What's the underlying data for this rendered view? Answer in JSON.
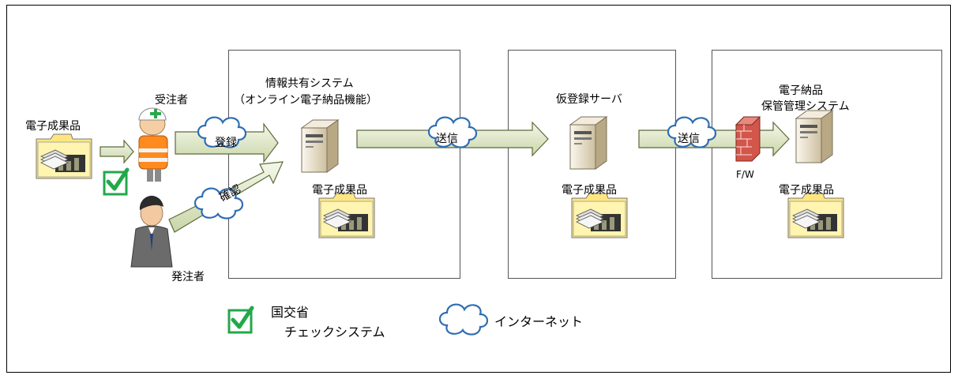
{
  "labels": {
    "deliverable_left": "電子成果品",
    "contractor": "受注者",
    "orderer": "発注者",
    "system_title_line1": "情報共有システム",
    "system_title_line2": "（オンライン電子納品機能）",
    "deliverable_system": "電子成果品",
    "temp_server_title": "仮登録サーバ",
    "deliverable_temp": "電子成果品",
    "archive_title_line1": "電子納品",
    "archive_title_line2": "保管管理システム",
    "deliverable_archive": "電子成果品",
    "firewall": "F/W"
  },
  "arrows": {
    "register": "登録",
    "confirm": "確認",
    "send1": "送信",
    "send2": "送信"
  },
  "legend": {
    "check_line1": "国交省",
    "check_line2": "チェックシステム",
    "internet": "インターネット"
  },
  "colors": {
    "arrow_fill_top": "#f4f7ea",
    "arrow_fill_bottom": "#c9d6a8",
    "arrow_stroke": "#5a6b3a",
    "cloud_stroke": "#2f6db3",
    "check_green": "#22a84a",
    "folder": "#ffe680",
    "server": "#e7dcc6",
    "firewall": "#d2564a"
  }
}
